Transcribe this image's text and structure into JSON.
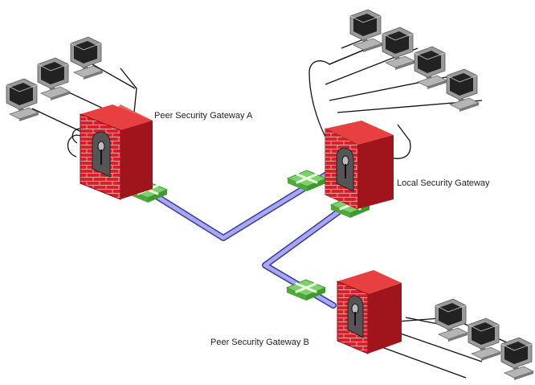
{
  "labels": {
    "gateway_a": "Peer Security Gateway A",
    "gateway_local": "Local Security Gateway",
    "gateway_b": "Peer Security Gateway B"
  },
  "colors": {
    "firewall_red": "#d8202a",
    "firewall_dark": "#8c0f14",
    "brick_line": "#f4a0a0",
    "tunnel_blue": "#8c8ce0",
    "tunnel_outline": "#3a3aa0",
    "router_green": "#7fd06a",
    "router_dark": "#3c9a2e",
    "cable": "#111111",
    "monitor": "#8a8a8a"
  },
  "icons": {
    "firewall": "firewall-icon",
    "router": "router-icon",
    "computer": "computer-icon"
  }
}
